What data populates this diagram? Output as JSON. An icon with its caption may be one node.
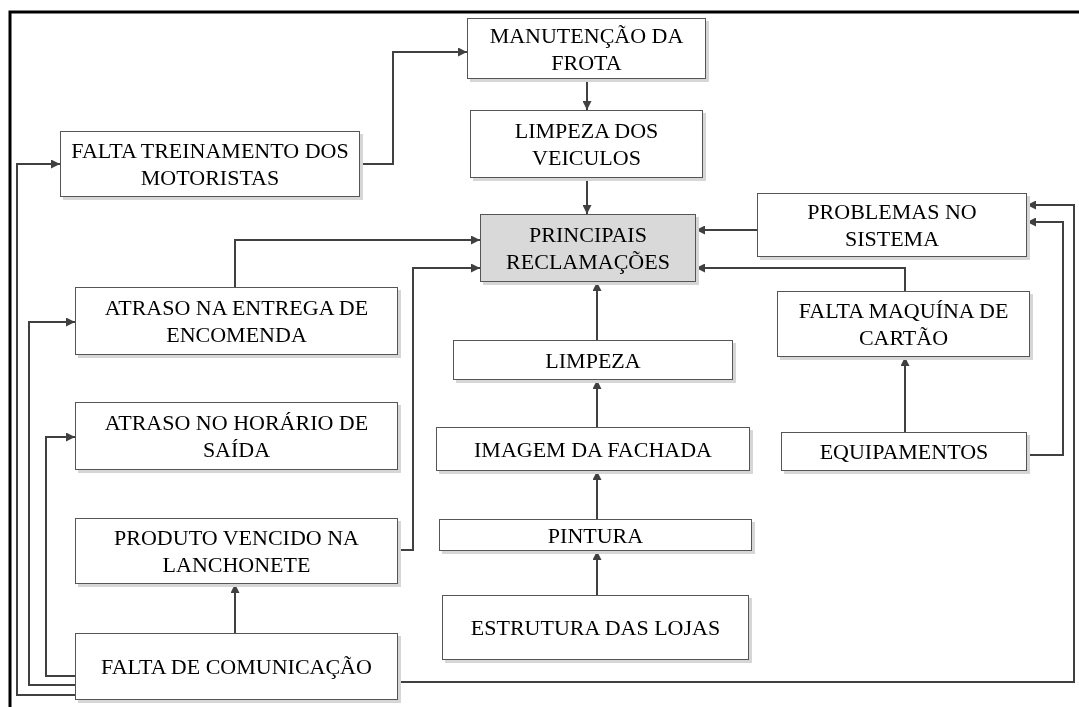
{
  "diagram": {
    "nodes": [
      {
        "text": [
          "MANUTENÇÃO DA FROTA"
        ]
      },
      {
        "text": [
          "LIMPEZA DOS VEICULOS"
        ]
      },
      {
        "text": [
          "FALTA TREINAMENTO DOS MOTORISTAS"
        ]
      },
      {
        "text": [
          "PRINCIPAIS RECLAMAÇÕES"
        ]
      },
      {
        "text": [
          "PROBLEMAS NO SISTEMA"
        ]
      },
      {
        "text": [
          "ATRASO NA ENTREGA DE ENCOMENDA"
        ]
      },
      {
        "text": [
          "LIMPEZA"
        ]
      },
      {
        "text": [
          "FALTA MAQUÍNA DE CARTÃO"
        ]
      },
      {
        "text": [
          "ATRASO NO HORÁRIO DE SAÍDA"
        ]
      },
      {
        "text": [
          "IMAGEM DA FACHADA"
        ]
      },
      {
        "text": [
          "EQUIPAMENTOS"
        ]
      },
      {
        "text": [
          "PRODUTO VENCIDO NA LANCHONETE"
        ]
      },
      {
        "text": [
          "PINTURA"
        ]
      },
      {
        "text": [
          "ESTRUTURA DAS LOJAS"
        ]
      },
      {
        "text": [
          "FALTA DE COMUNICAÇÃO"
        ]
      }
    ],
    "edges": [
      {
        "from": 2,
        "to": 0,
        "arrow": "to"
      },
      {
        "from": 0,
        "to": 1,
        "arrow": "to"
      },
      {
        "from": 1,
        "to": 3,
        "arrow": "to"
      },
      {
        "from": 4,
        "to": 3,
        "arrow": "to"
      },
      {
        "from": 5,
        "to": 3,
        "arrow": "to"
      },
      {
        "from": 11,
        "to": 3,
        "arrow": "to"
      },
      {
        "from": 6,
        "to": 3,
        "arrow": "to"
      },
      {
        "from": 7,
        "to": 3,
        "arrow": "to"
      },
      {
        "from": 9,
        "to": 6,
        "arrow": "to"
      },
      {
        "from": 12,
        "to": 9,
        "arrow": "to"
      },
      {
        "from": 13,
        "to": 12,
        "arrow": "to"
      },
      {
        "from": 10,
        "to": 7,
        "arrow": "to"
      },
      {
        "from": 10,
        "to": 4,
        "arrow": "to"
      },
      {
        "from": 14,
        "to": 2,
        "arrow": "to"
      },
      {
        "from": 14,
        "to": 5,
        "arrow": "to"
      },
      {
        "from": 14,
        "to": 8,
        "arrow": "to"
      },
      {
        "from": 14,
        "to": 11,
        "arrow": "to"
      },
      {
        "from": 14,
        "to": 4,
        "arrow": "to"
      }
    ]
  }
}
